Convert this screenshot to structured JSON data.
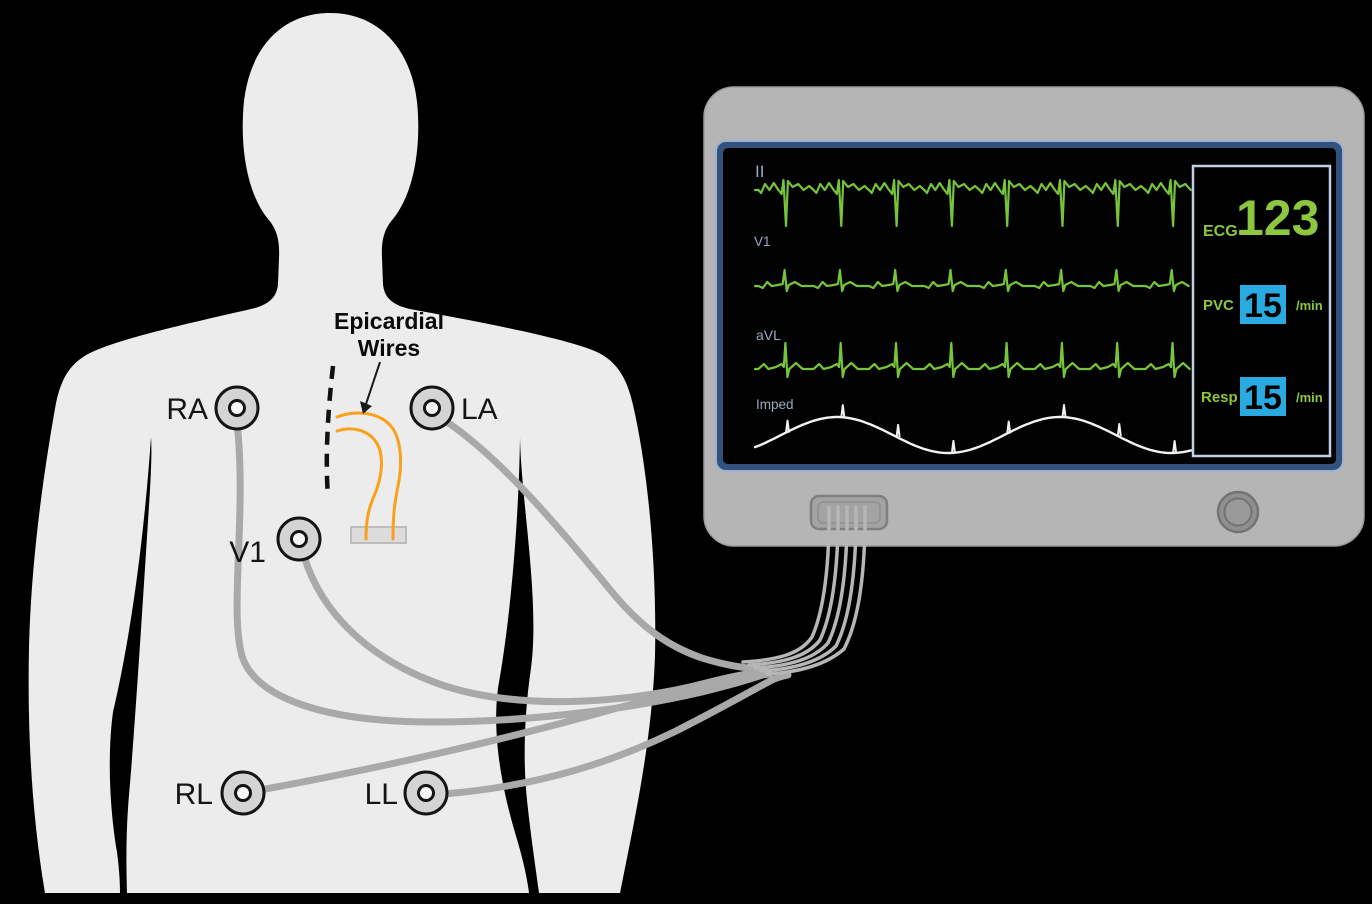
{
  "background": "#000000",
  "patient": {
    "electrodes": [
      {
        "id": "ra",
        "label": "RA"
      },
      {
        "id": "la",
        "label": "LA"
      },
      {
        "id": "v1",
        "label": "V1"
      },
      {
        "id": "rl",
        "label": "RL"
      },
      {
        "id": "ll",
        "label": "LL"
      }
    ],
    "annotation": {
      "line1": "Epicardial",
      "line2": "Wires"
    },
    "wire_color": "#f9a11c",
    "body_color": "#ececec",
    "cable_color": "#a9a9a9"
  },
  "monitor": {
    "leads": [
      {
        "label": "II",
        "shape": "ecg_ii",
        "color": "#76c33c"
      },
      {
        "label": "V1",
        "shape": "ecg_v1",
        "color": "#76c33c"
      },
      {
        "label": "aVL",
        "shape": "ecg_avl",
        "color": "#76c33c"
      },
      {
        "label": "Imped",
        "shape": "resp",
        "color": "#f2f2f2"
      }
    ],
    "vitals": {
      "ecg": {
        "label": "ECG",
        "value": "123"
      },
      "pvc": {
        "label": "PVC",
        "value": "15",
        "unit": "/min"
      },
      "resp": {
        "label": "Resp",
        "value": "15",
        "unit": "/min"
      }
    },
    "colors": {
      "green": "#8dc63f",
      "cyan": "#29abe2",
      "lead_label": "#9aa8bf",
      "screen_frame": "#33517d",
      "panel_border": "#c2cfe4"
    }
  }
}
